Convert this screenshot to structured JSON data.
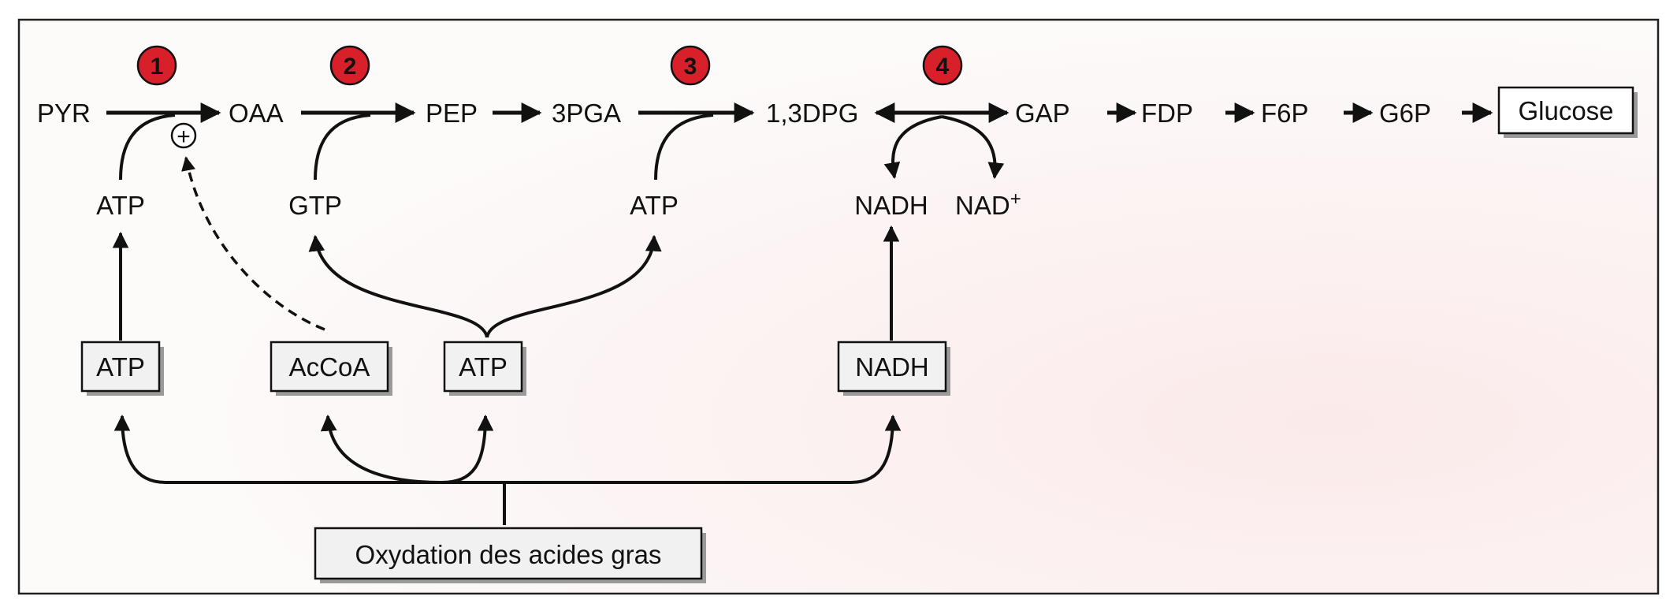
{
  "steps": [
    "1",
    "2",
    "3",
    "4"
  ],
  "pathway": {
    "pyr": "PYR",
    "oaa": "OAA",
    "pep": "PEP",
    "pga3": "3PGA",
    "dpg13": "1,3DPG",
    "gap": "GAP",
    "fdp": "FDP",
    "f6p": "F6P",
    "g6p": "G6P",
    "glucose": "Glucose"
  },
  "cofactors": {
    "atp1": "ATP",
    "gtp": "GTP",
    "atp3": "ATP",
    "nadh": "NADH",
    "nad": "NAD",
    "nad_sup": "+",
    "activator": "+"
  },
  "sources": {
    "atp_a": "ATP",
    "accoa": "AcCoA",
    "atp_b": "ATP",
    "nadh": "NADH",
    "origin": "Oxydation des acides gras"
  },
  "colors": {
    "step_marker": "#d8202a",
    "frame": "#222222",
    "box_fill": "#f1f1f1",
    "box_shadow": "#9a9a9a",
    "background": "#fdf8f8"
  }
}
